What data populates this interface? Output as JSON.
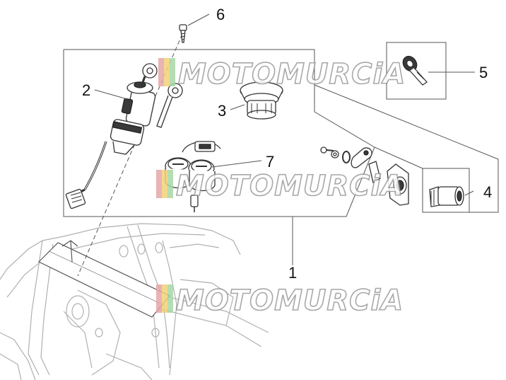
{
  "callouts": {
    "c1": "1",
    "c2": "2",
    "c3": "3",
    "c4": "4",
    "c5": "5",
    "c6": "6",
    "c7": "7"
  },
  "watermark": {
    "text": "MOTOMURCiA",
    "stripe_colors": [
      "#e6a8a6",
      "#f2d27a",
      "#a9d8a6"
    ]
  },
  "colors": {
    "line": "#555555",
    "part": "#333333",
    "frame": "#b0b0b0"
  }
}
